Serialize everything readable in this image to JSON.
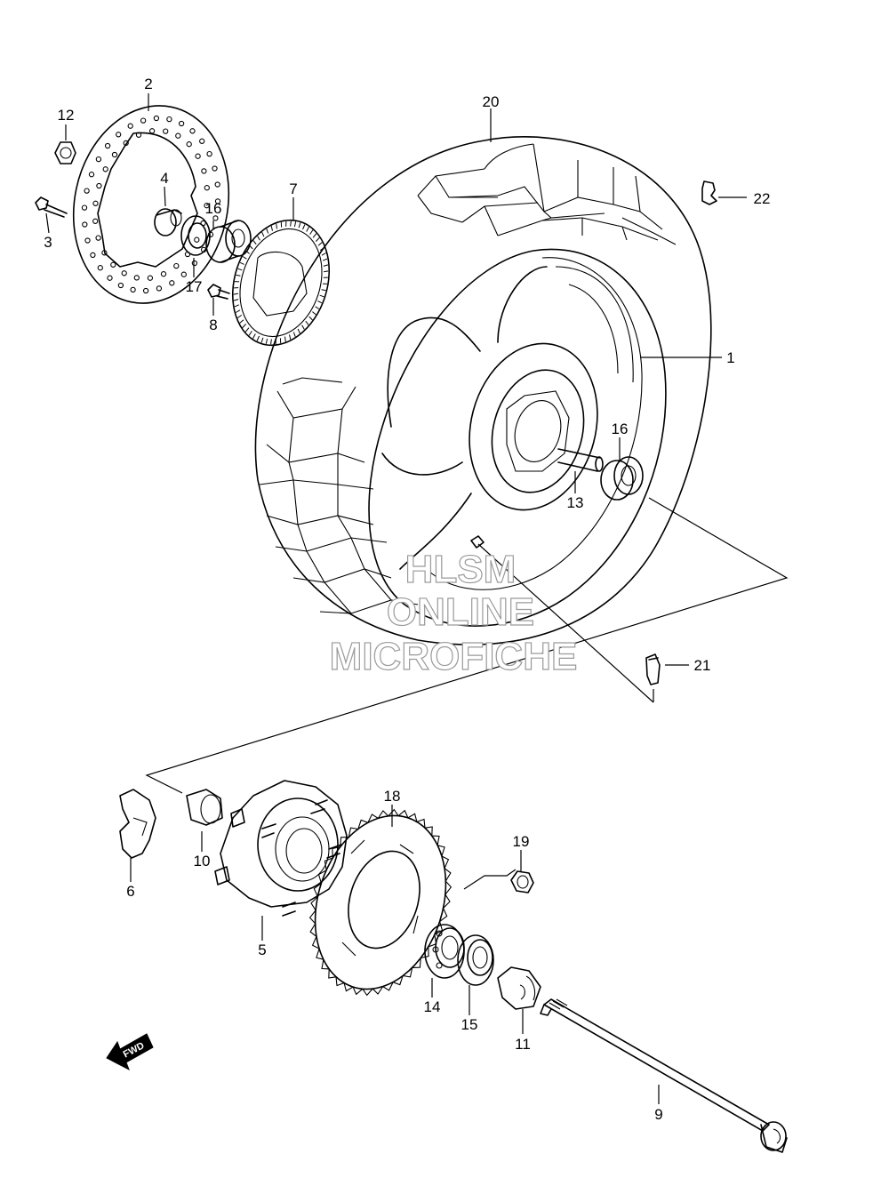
{
  "diagram": {
    "callouts": [
      {
        "id": "c1",
        "text": "1"
      },
      {
        "id": "c2",
        "text": "2"
      },
      {
        "id": "c3",
        "text": "3"
      },
      {
        "id": "c4",
        "text": "4"
      },
      {
        "id": "c5",
        "text": "5"
      },
      {
        "id": "c6",
        "text": "6"
      },
      {
        "id": "c7",
        "text": "7"
      },
      {
        "id": "c8",
        "text": "8"
      },
      {
        "id": "c9",
        "text": "9"
      },
      {
        "id": "c10",
        "text": "10"
      },
      {
        "id": "c11",
        "text": "11"
      },
      {
        "id": "c12",
        "text": "12"
      },
      {
        "id": "c13",
        "text": "13"
      },
      {
        "id": "c14",
        "text": "14"
      },
      {
        "id": "c15",
        "text": "15"
      },
      {
        "id": "c16a",
        "text": "16"
      },
      {
        "id": "c16b",
        "text": "16"
      },
      {
        "id": "c17",
        "text": "17"
      },
      {
        "id": "c18",
        "text": "18"
      },
      {
        "id": "c19",
        "text": "19"
      },
      {
        "id": "c20",
        "text": "20"
      },
      {
        "id": "c21",
        "text": "21"
      },
      {
        "id": "c22",
        "text": "22"
      }
    ],
    "fwd_label": "FWD",
    "watermark": {
      "line1": "HLSM",
      "line2": "ONLINE",
      "line3": "MICROFICHE"
    }
  }
}
